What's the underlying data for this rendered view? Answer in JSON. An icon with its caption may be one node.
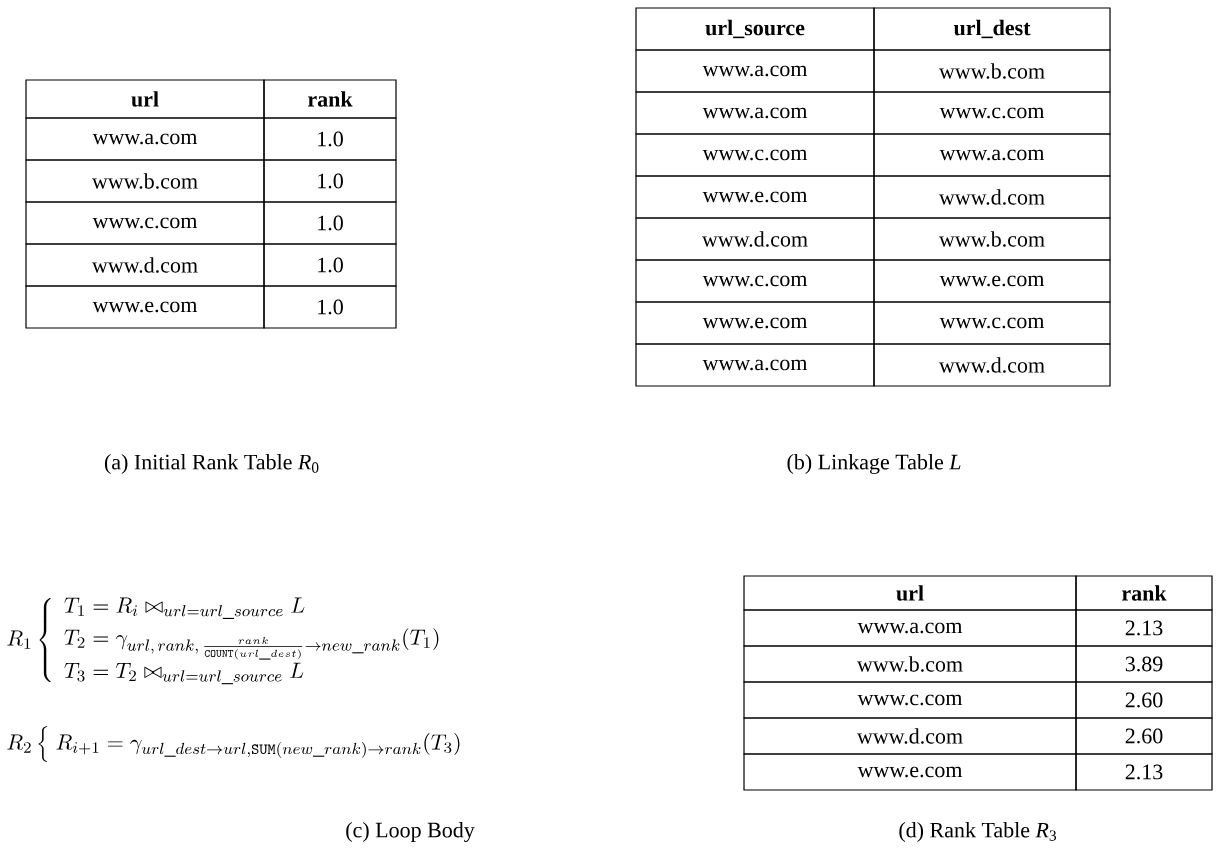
{
  "diagram": {
    "labels": [
      "url",
      "rank",
      "www.a.com",
      "1.0",
      "www.b.com",
      "1.0",
      "www.c.com",
      "1.0",
      "www.d.com",
      "1.0",
      "www.e.com",
      "1.0",
      "url_source",
      "url_dest",
      "www.a.com",
      "www.b.com",
      "www.a.com",
      "www.c.com",
      "www.c.com",
      "www.a.com",
      "www.e.com",
      "www.d.com",
      "www.d.com",
      "www.b.com",
      "www.c.com",
      "www.e.com",
      "www.e.com",
      "www.c.com",
      "www.a.com",
      "www.d.com",
      "(a) Initial Rank Table *R*$_{0}$",
      "(b) Linkage Table *L*",
      "R_1 \\left\\{\\begin{array}{l} T_1 = R_i \\bowtie_{url=url\\_source} L \\\\[3pt] T_2 = \\gamma_{url,\\,rank,\\,\\frac{rank}{\\mathtt{COUNT}(url\\_dest)}\\rightarrow new\\_rank}(T_1) \\\\[3pt] T_3 = T_2 \\bowtie_{url=url\\_source} L \\end{array}\\right.",
      "R_2 \\left\\{\\; R_{i+1} = \\gamma_{url\\_dest\\rightarrow url,\\mathtt{SUM}(new\\_rank)\\rightarrow rank}(T_3)\\right.",
      "url",
      "rank",
      "www.a.com",
      "2.13",
      "www.b.com",
      "3.89",
      "www.c.com",
      "2.60",
      "www.d.com",
      "2.60",
      "www.e.com",
      "2.13",
      "(c) Loop Body",
      "(d) Rank Table *R*$_{3}$"
    ]
  }
}
